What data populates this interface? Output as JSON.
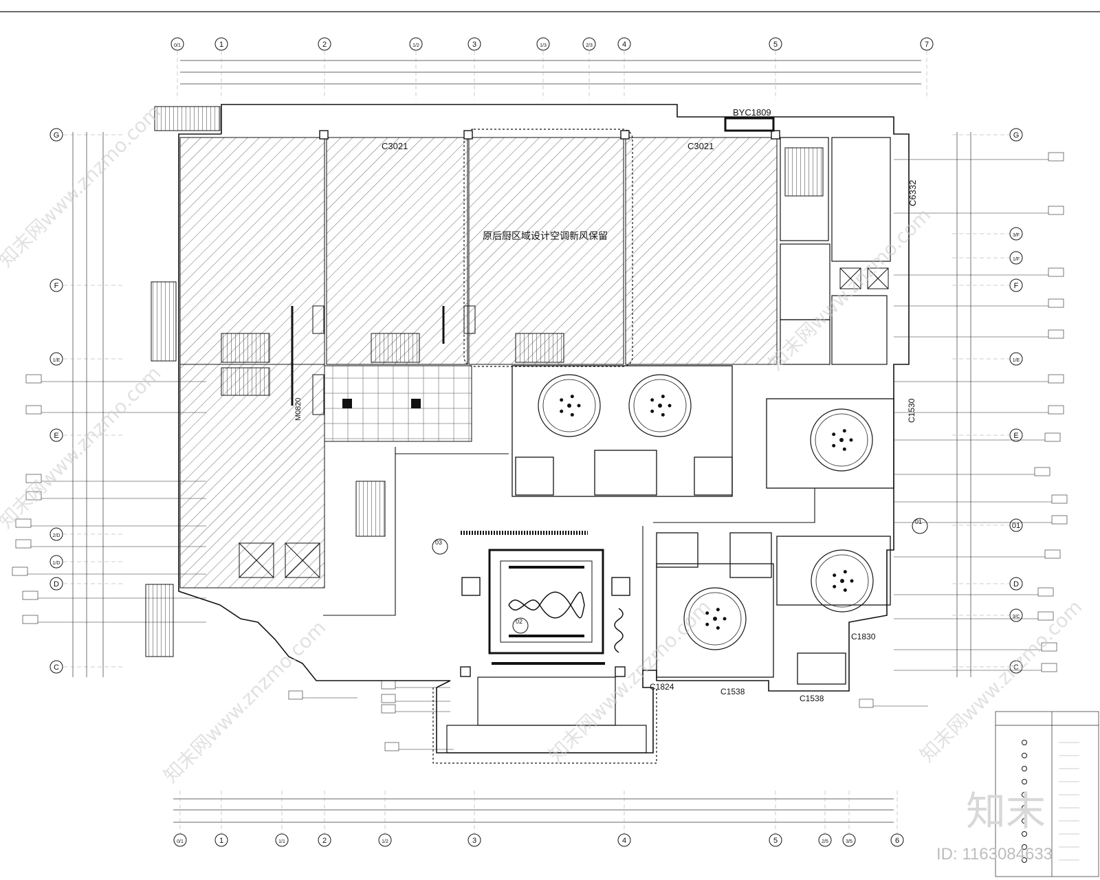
{
  "grid_top": [
    "0/1",
    "1",
    "2",
    "1/2",
    "3",
    "1/3",
    "2/3",
    "4",
    "5",
    "7"
  ],
  "grid_bottom": [
    "0/1",
    "1",
    "1/1",
    "2",
    "1/2",
    "3",
    "4",
    "5",
    "2/5",
    "3/5",
    "6"
  ],
  "grid_left": [
    "G",
    "F",
    "1/E",
    "E",
    "2/D",
    "1/D",
    "D",
    "C"
  ],
  "grid_right": [
    "G",
    "3/F",
    "1/F",
    "F",
    "1/E",
    "E",
    "01",
    "D",
    "3/C",
    "C"
  ],
  "labels": {
    "c3021_left": "C3021",
    "c3021_right": "C3021",
    "byc1809": "BYC1809",
    "c6332": "C6332",
    "c1530": "C1530",
    "c1830": "C1830",
    "c1824": "C1824",
    "c1538_a": "C1538",
    "c1538_b": "C1538",
    "m0820": "M0820",
    "kitchen_note": "原后厨区域设计空调新风保留",
    "callout_02": "02",
    "callout_03": "03",
    "callout_01": "01"
  },
  "watermark": {
    "brand": "知末",
    "id_text": "ID: 1163084633",
    "site": "知末网www.znzmo.com"
  }
}
